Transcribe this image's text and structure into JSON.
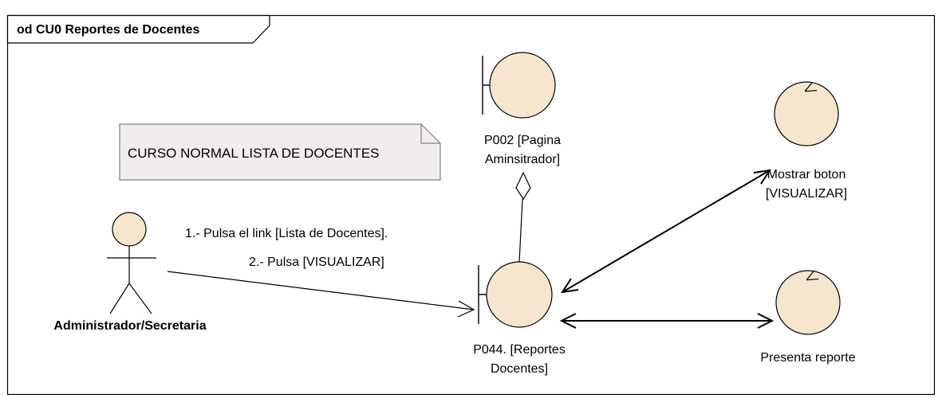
{
  "frame": {
    "title": "od CU0 Reportes de Docentes"
  },
  "note": {
    "text": "CURSO NORMAL LISTA DE DOCENTES"
  },
  "actor": {
    "name": "Administrador/Secretaria"
  },
  "messages": [
    "1.- Pulsa el link [Lista de Docentes].",
    "2.- Pulsa  [VISUALIZAR]"
  ],
  "boundaries": [
    {
      "label_lines": [
        "P002 [Pagina",
        "Aminsitrador]"
      ]
    },
    {
      "label_lines": [
        "P044. [Reportes",
        "Docentes]"
      ]
    }
  ],
  "controls": [
    {
      "label_lines": [
        "Mostrar boton",
        "[VISUALIZAR]"
      ]
    },
    {
      "label_lines": [
        "Presenta reporte"
      ]
    }
  ],
  "colors": {
    "element_fill": "#F7E6CF",
    "note_fill": "#F2EDED",
    "line": "#000000",
    "background": "#FFFFFF"
  }
}
